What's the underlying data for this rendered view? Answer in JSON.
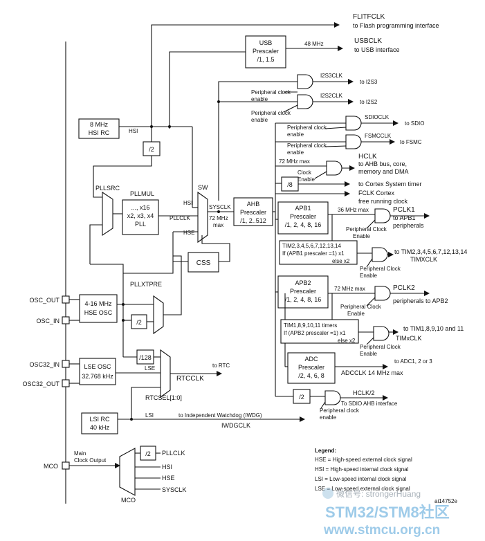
{
  "flash": {
    "line1": "FLITFCLK",
    "line2": "to Flash programming interface"
  },
  "usb": {
    "box1": "USB",
    "box2": "Prescaler",
    "box3": "/1, 1.5",
    "freq": "48 MHz",
    "out1": "USBCLK",
    "out2": "to USB interface"
  },
  "i2s": {
    "i2s3clk": "I2S3CLK",
    "to_i2s3": "to I2S3",
    "i2s2clk": "I2S2CLK",
    "to_i2s2": "to I2S2",
    "pce1": "Peripheral clock",
    "pce2": "enable",
    "pce3": "Peripheral clock",
    "pce4": "enable"
  },
  "sdio": {
    "label": "SDIOCLK",
    "to": "to SDIO",
    "pce1": "Peripheral clock",
    "pce2": "enable"
  },
  "fsmc": {
    "label": "FSMCCLK",
    "to": "to FSMC",
    "pce1": "Peripheral clock",
    "pce2": "enable"
  },
  "hclk": {
    "max": "72 MHz max",
    "label": "HCLK",
    "l2": "to AHB bus, core,",
    "l3": "memory and DMA",
    "clock": "Clock",
    "enable": "Enable"
  },
  "systimer": {
    "div": "/8",
    "to": "to Cortex System timer"
  },
  "fclk": {
    "l1": "FCLK Cortex",
    "l2": "free running clock"
  },
  "hsi_rc": {
    "l1": "8 MHz",
    "l2": "HSI RC",
    "out": "HSI"
  },
  "div2_hsi": "/2",
  "pllsrc": "PLLSRC",
  "pllmul": {
    "title": "PLLMUL",
    "l1": "..., x16",
    "l2": "x2, x3, x4",
    "l3": "PLL"
  },
  "sw": {
    "label": "SW",
    "hsi": "HSI",
    "pllclk": "PLLCLK",
    "hse": "HSE",
    "sysclk": "SYSCLK",
    "max1": "72 MHz",
    "max2": "max"
  },
  "ahb": {
    "l1": "AHB",
    "l2": "Prescaler",
    "l3": "/1, 2..512"
  },
  "css": "CSS",
  "apb1": {
    "l1": "APB1",
    "l2": "Prescaler",
    "l3": "/1, 2, 4, 8, 16",
    "max": "36 MHz max",
    "pclk": "PCLK1",
    "to1": "to APB1",
    "to2": "peripherals",
    "pce1": "Peripheral Clock",
    "pce2": "Enable"
  },
  "tim1grp": {
    "l1": "TIM2,3,4,5,6,7,12,13,14",
    "l2": "If (APB1 prescaler =1) x1",
    "l3": "else  x2",
    "out1": "to TIM2,3,4,5,6,7,12,13,14",
    "out2": "TIMXCLK",
    "pce1": "Peripheral Clock",
    "pce2": "Enable"
  },
  "apb2": {
    "l1": "APB2",
    "l2": "Prescaler",
    "l3": "/1, 2, 4, 8, 16",
    "max": "72 MHz max",
    "pclk": "PCLK2",
    "to": "peripherals to APB2",
    "pce1": "Peripheral Clock",
    "pce2": "Enable"
  },
  "tim2grp": {
    "l1": "TIM1,8,9,10,11 timers",
    "l2": "If (APB2 prescaler =1) x1",
    "l3": "else x2",
    "out1": "to TIM1,8,9,10 and 11",
    "out2": "TIMxCLK",
    "pce1": "Peripheral Clock",
    "pce2": "Enable"
  },
  "adc": {
    "l1": "ADC",
    "l2": "Prescaler",
    "l3": "/2, 4, 6, 8",
    "to": "to ADC1, 2 or 3",
    "out": "ADCCLK 14 MHz max"
  },
  "sdioahb": {
    "div": "/2",
    "hclk2": "HCLK/2",
    "to": "To SDIO AHB interface",
    "pce1": "Peripheral clock",
    "pce2": "enable"
  },
  "pins": {
    "osc_out": "OSC_OUT",
    "osc_in": "OSC_IN",
    "osc32_in": "OSC32_IN",
    "osc32_out": "OSC32_OUT",
    "mco": "MCO"
  },
  "hse_osc": {
    "l1": "4-16 MHz",
    "l2": "HSE OSC"
  },
  "pllxtpre": {
    "label": "PLLXTPRE",
    "div": "/2"
  },
  "div128": "/128",
  "lse_osc": {
    "l1": "LSE OSC",
    "l2": "32.768 kHz",
    "out": "LSE"
  },
  "rtc": {
    "to": "to RTC",
    "clk": "RTCCLK",
    "sel": "RTCSEL[1:0]"
  },
  "lsi_rc": {
    "l1": "LSI RC",
    "l2": "40 kHz",
    "out": "LSI",
    "to": "to Independent Watchdog (IWDG)",
    "clk": "IWDGCLK"
  },
  "mco_mux": {
    "l1": "Main",
    "l2": "Clock Output",
    "div": "/2",
    "pllclk": "PLLCLK",
    "hsi": "HSI",
    "hse": "HSE",
    "sysclk": "SYSCLK",
    "label": "MCO"
  },
  "legend": {
    "title": "Legend:",
    "hse": "HSE = High-speed external clock signal",
    "hsi": "HSI = High-speed internal clock signal",
    "lsi": "LSI = Low-speed internal clock signal",
    "lse": "LSE = Low-speed external clock signal"
  },
  "figure_id": "ai14752e",
  "watermark": {
    "wechat": "微信号: strongerHuang",
    "site1": "STM32/STM8社区",
    "site2": "www.stmcu.org.cn"
  }
}
